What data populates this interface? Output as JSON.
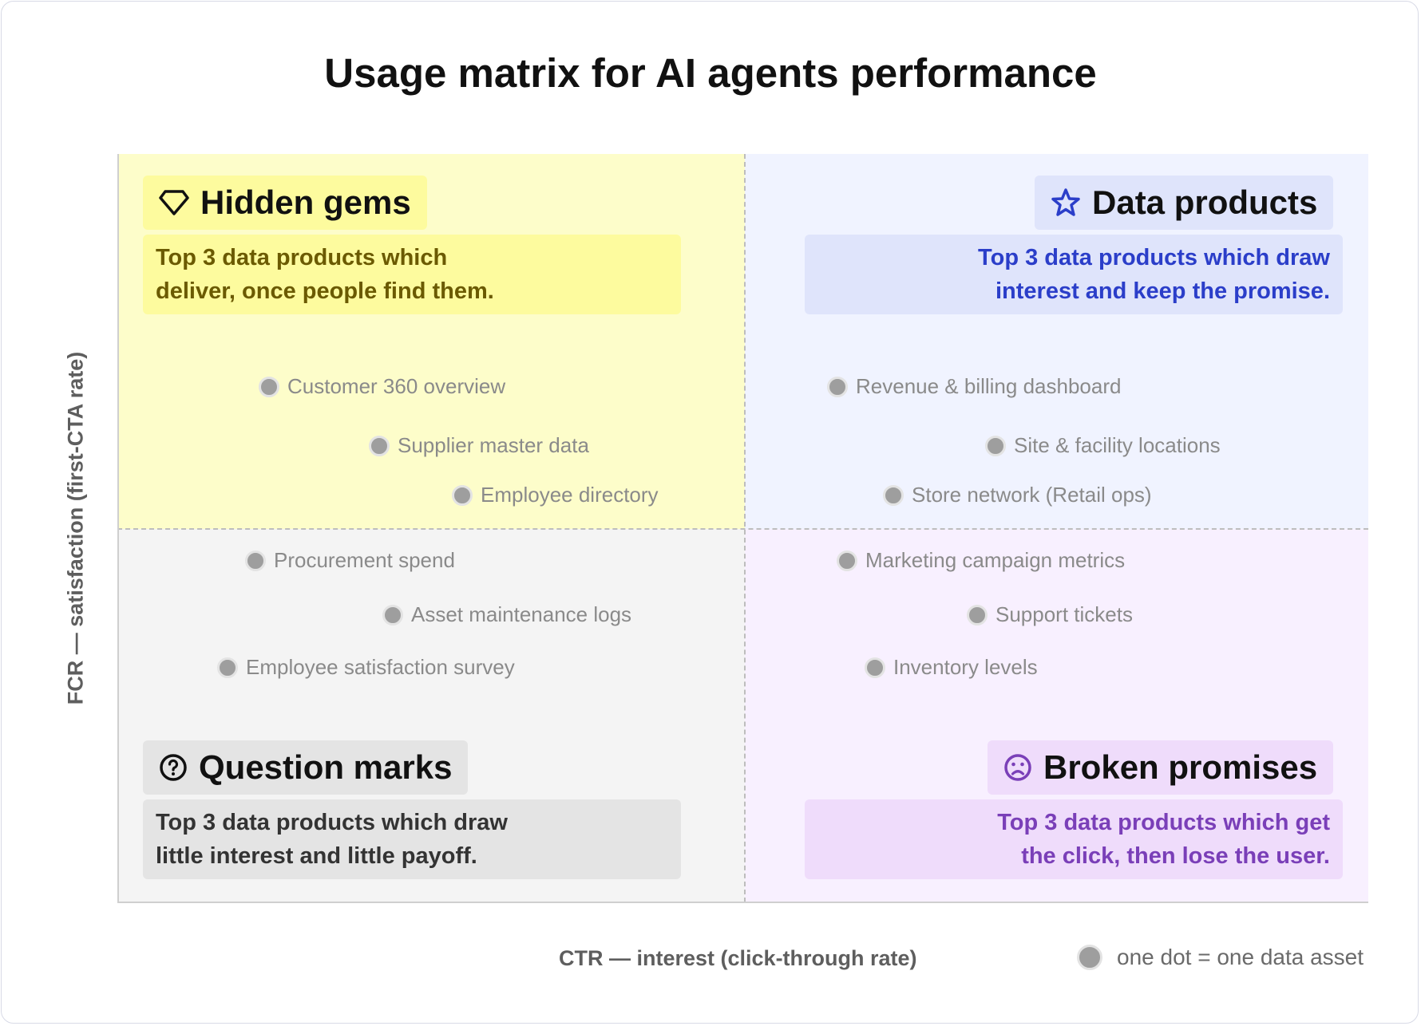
{
  "title": "Usage matrix for AI agents performance",
  "axes": {
    "x_label": "CTR — interest (click-through rate)",
    "y_label": "FCR — satisfaction (first-CTA rate)"
  },
  "legend": {
    "label": "one dot = one data asset"
  },
  "quadrants": {
    "top_left": {
      "title": "Hidden gems",
      "icon": "diamond-icon",
      "desc_lines": [
        "Top 3 data products which",
        "deliver, once people find them."
      ],
      "tag_bg": "#fdfb9e",
      "desc_bg": "#fdfb9e",
      "desc_color": "#6b5a00"
    },
    "top_right": {
      "title": "Data products",
      "icon": "star-icon",
      "desc_lines": [
        "Top 3 data products which draw",
        "interest and keep the promise."
      ],
      "tag_bg": "#dfe4fb",
      "desc_bg": "#dfe4fb",
      "desc_color": "#2b3ec9"
    },
    "bottom_left": {
      "title": "Question marks",
      "icon": "question-circle-icon",
      "desc_lines": [
        "Top 3 data products which draw",
        "little interest and little payoff."
      ],
      "tag_bg": "#e4e4e4",
      "desc_bg": "#e4e4e4",
      "desc_color": "#333333"
    },
    "bottom_right": {
      "title": "Broken promises",
      "icon": "sad-face-icon",
      "desc_lines": [
        "Top 3 data products which get",
        "the click, then lose the user."
      ],
      "tag_bg": "#efdcfb",
      "desc_bg": "#efdcfb",
      "desc_color": "#7a3fb8"
    }
  },
  "assets": [
    "Customer 360 overview",
    "Supplier master data",
    "Employee directory",
    "Revenue & billing dashboard",
    "Site & facility locations",
    "Store network (Retail ops)",
    "Procurement spend",
    "Asset maintenance logs",
    "Employee satisfaction survey",
    "Marketing campaign metrics",
    "Support tickets",
    "Inventory levels"
  ],
  "colors": {
    "dot": "#9e9e9e",
    "grid_dash": "#bdbdbd"
  }
}
